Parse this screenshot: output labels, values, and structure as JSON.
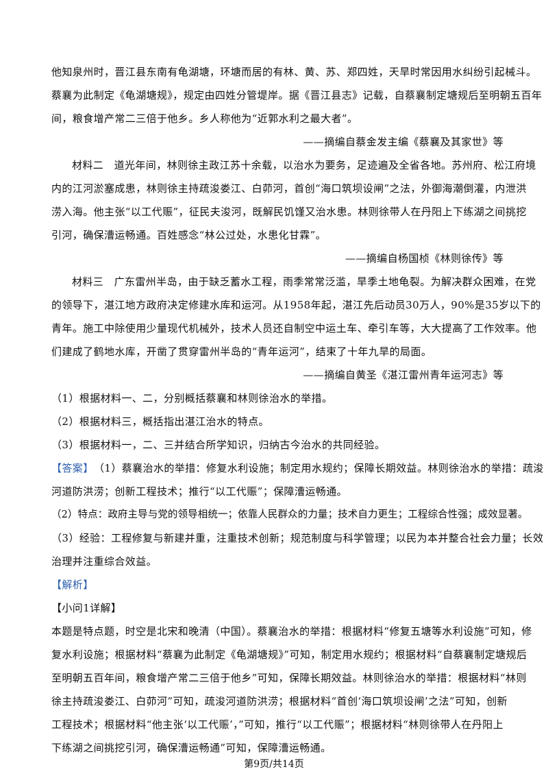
{
  "page": {
    "lines": [
      "他知泉州时，晋江县东南有龟湖塘，环塘而居的有林、黄、苏、郑四姓，天旱时常因用水纠纷引起械斗。",
      "蔡襄为此制定《龟湖塘规》，规定由四姓分管堤岸。据《晋江县志》记载，自蔡襄制定塘规后至明朝五百年",
      "间，粮食增产常二三倍于他乡。乡人称他为“近郭水利之最大者”。",
      "——摘编自蔡金发主编《蔡襄及其家世》等",
      "材料二　道光年间，林则徐主政江苏十余载，以治水为要务，足迹遍及全省各地。苏州府、松江府境",
      "内的江河淤塞成患，林则徐主持疏浚娄江、白茆河，首创“海口筑坝设闸”之法，外御海潮倒灌，内泄洪",
      "涝入海。他主张“以工代赈”，征民夫浚河，既解民饥馑又治水患。林则徐带人在丹阳上下练湖之间挑挖",
      "引河，确保漕运畅通。百姓感念“林公过处，水患化甘霖”。",
      "——摘编自杨国桢《林则徐传》等",
      "材料三　广东雷州半岛，由于缺乏蓄水工程，雨季常常泛滥，旱季土地龟裂。为解决群众困难，在党",
      "的领导下，湛江地方政府决定修建水库和运河。从1958年起，湛江先后动员30万人，90%是35岁以下的",
      "青年。施工中除使用少量现代机械外，技术人员还自制空中运土车、牵引车等，大大提高了工作效率。他",
      "们建成了鹤地水库，开凿了贯穿雷州半岛的“青年运河”，结束了十年九旱的局面。",
      "——摘编自黄圣《湛江雷州青年运河志》等",
      "（1）根据材料一、二，分别概括蔡襄和林则徐治水的举措。",
      "（2）根据材料三，概括指出湛江治水的特点。",
      "（3）根据材料一，二、三并结合所学知识，归纳古今治水的共同经验。",
      "（1）蔡襄治水的举措：修复水利设施；制定用水规约；保障长期效益。林则徐治水的举措：疏浚",
      "河道防洪涝；创新工程技术；推行“以工代赈”；保障漕运畅通。",
      "（2）特点：政府主导与党的领导相统一；依靠人民群众的力量；技术自力更生；工程综合性强；成效显著。",
      "（3）经验：工程修复与新建并重，注重技术创新；规范制度与科学管理；以民为本并整合社会力量；长效",
      "治理并注重综合效益。",
      "【小问1详解】",
      "本题是特点题，时空是北宋和晚清（中国）。蔡襄治水的举措：根据材料“修复五塘等水利设施”可知，修",
      "复水利设施；根据材料“蔡襄为此制定《龟湖塘规》”可知，制定用水规约；根据材料“自蔡襄制定塘规后",
      "至明朝五百年间，粮食增产常二三倍于他乡”可知，保障长期效益。林则徐治水的举措：根据材料“林则",
      "徐主持疏浚娄江、白茆河”可知，疏浚河道防洪涝；根据材料“首创‘海口筑坝设闸’之法”可知，创新",
      "工程技术；根据材料“他主张‘以工代赈’，”可知，推行“以工代赈”；根据材料“林则徐带人在丹阳上",
      "下练湖之间挑挖引河，确保漕运畅通”可知，保障漕运畅通。"
    ],
    "answer_tag": "【答案】",
    "analysis_tag": "【解析】",
    "footer": "第9页/共14页"
  }
}
